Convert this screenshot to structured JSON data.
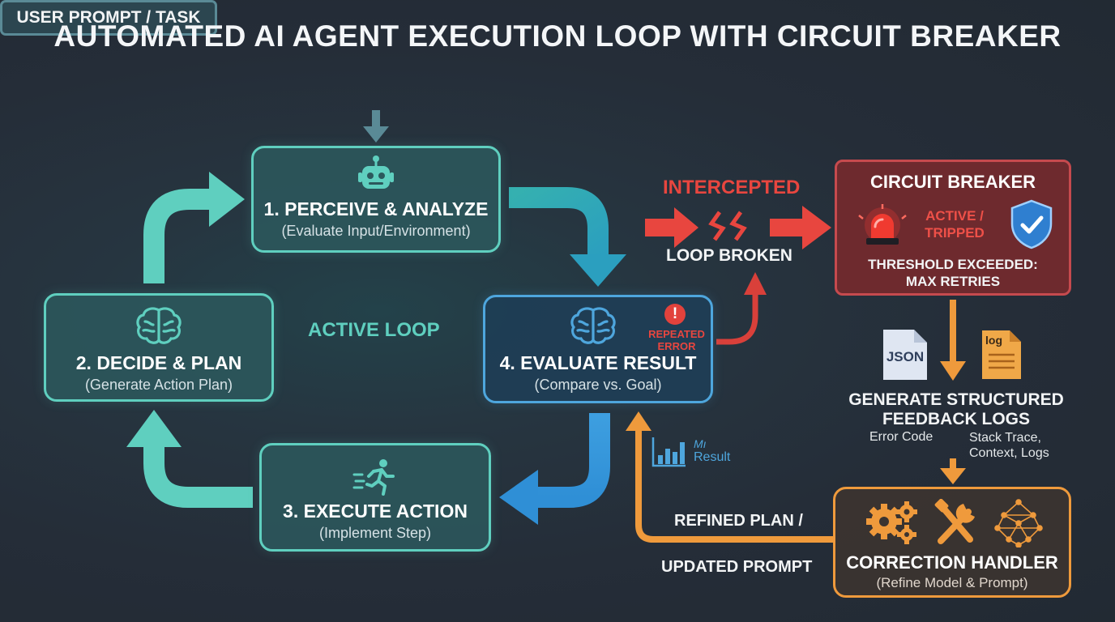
{
  "title": "AUTOMATED AI AGENT EXECUTION LOOP WITH CIRCUIT BREAKER",
  "user_prompt": "USER PROMPT / TASK",
  "active_loop": "ACTIVE LOOP",
  "steps": {
    "perceive": {
      "title": "1. PERCEIVE & ANALYZE",
      "subtitle": "(Evaluate Input/Environment)"
    },
    "decide": {
      "title": "2. DECIDE & PLAN",
      "subtitle": "(Generate Action Plan)"
    },
    "execute": {
      "title": "3. EXECUTE ACTION",
      "subtitle": "(Implement Step)"
    },
    "evaluate": {
      "title": "4. EVALUATE RESULT",
      "subtitle": "(Compare vs. Goal)",
      "badge": "REPEATED\nERROR"
    }
  },
  "result_label": "Result",
  "interrupt": {
    "intercepted": "INTERCEPTED",
    "loop_broken": "LOOP BROKEN"
  },
  "circuit_breaker": {
    "title": "CIRCUIT BREAKER",
    "status": "ACTIVE /\nTRIPPED",
    "threshold": "THRESHOLD EXCEEDED:\nMAX RETRIES"
  },
  "file_icons": {
    "json": "JSON",
    "log": "log"
  },
  "feedback": {
    "title": "GENERATE STRUCTURED\nFEEDBACK LOGS",
    "left_note": "Error Code",
    "right_note": "Stack Trace,\nContext, Logs"
  },
  "refined_plan": {
    "line1": "REFINED PLAN /",
    "line2": "UPDATED PROMPT"
  },
  "correction": {
    "title": "CORRECTION HANDLER",
    "subtitle": "(Refine Model & Prompt)"
  },
  "colors": {
    "teal": "#5fcfbf",
    "blue": "#4ea6dd",
    "red": "#e8463f",
    "orange": "#ef9a3c",
    "background": "#252d38"
  },
  "icons": [
    "robot-icon",
    "brain-icon",
    "running-person-icon",
    "alert-icon",
    "bar-chart-icon",
    "siren-icon",
    "shield-check-icon",
    "json-file-icon",
    "log-file-icon",
    "gears-icon",
    "tools-icon",
    "neural-network-icon",
    "lightning-break-icon"
  ]
}
